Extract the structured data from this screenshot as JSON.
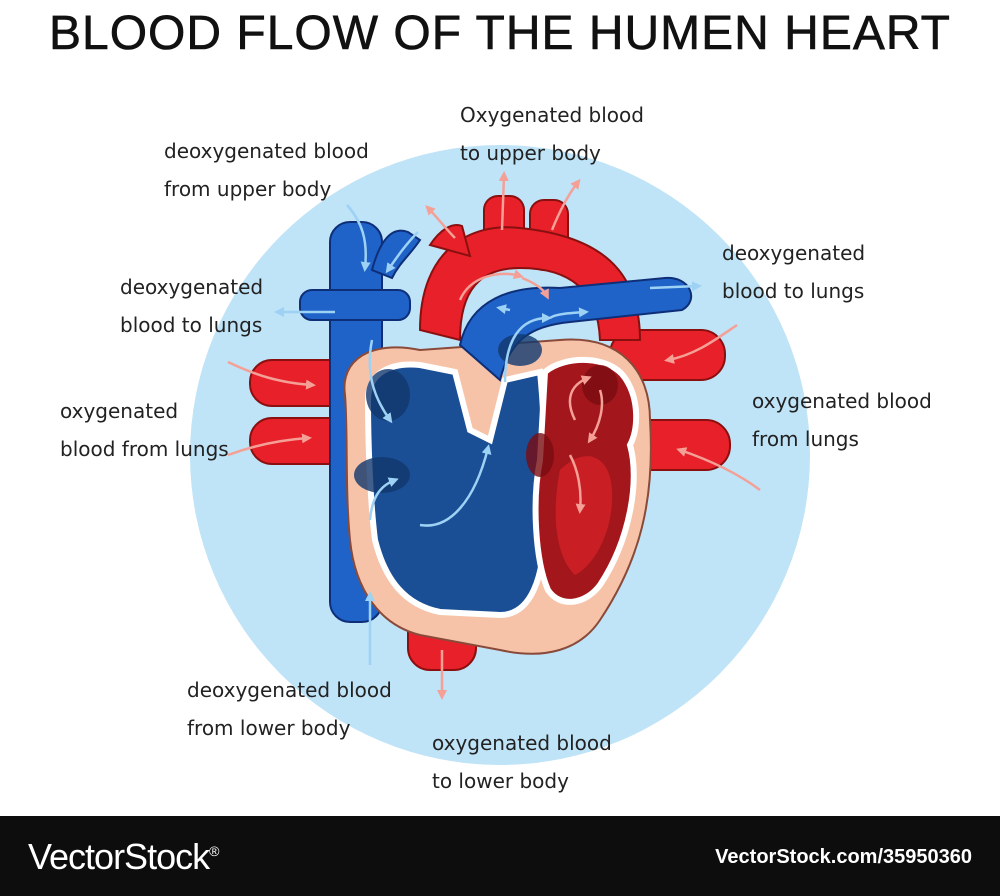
{
  "title": "BLOOD FLOW OF THE HUMEN HEART",
  "labels": {
    "deoxy_upper": [
      "deoxygenated blood",
      "from upper body"
    ],
    "oxy_upper": [
      "Oxygenated blood",
      "to upper body"
    ],
    "deoxy_lungs_left": [
      "deoxygenated",
      "blood to lungs"
    ],
    "deoxy_lungs_right": [
      "deoxygenated",
      "blood to lungs"
    ],
    "oxy_from_lungs_left": [
      "oxygenated",
      "blood from lungs"
    ],
    "oxy_from_lungs_right": [
      "oxygenated blood",
      "from lungs"
    ],
    "deoxy_lower": [
      "deoxygenated blood",
      "from lower body"
    ],
    "oxy_lower": [
      "oxygenated blood",
      "to lower body"
    ]
  },
  "footer": {
    "brand": "VectorStock",
    "brand_mark": "®",
    "stock_id": "VectorStock.com/35950360"
  },
  "colors": {
    "background_circle": "#bfe3f7",
    "oxygenated": "#e8202a",
    "deoxygenated": "#1f63c8",
    "heart_wall": "#f6c3a8",
    "arrow_deoxygenated": "#9dd2f5",
    "arrow_oxygenated": "#f4a096"
  }
}
